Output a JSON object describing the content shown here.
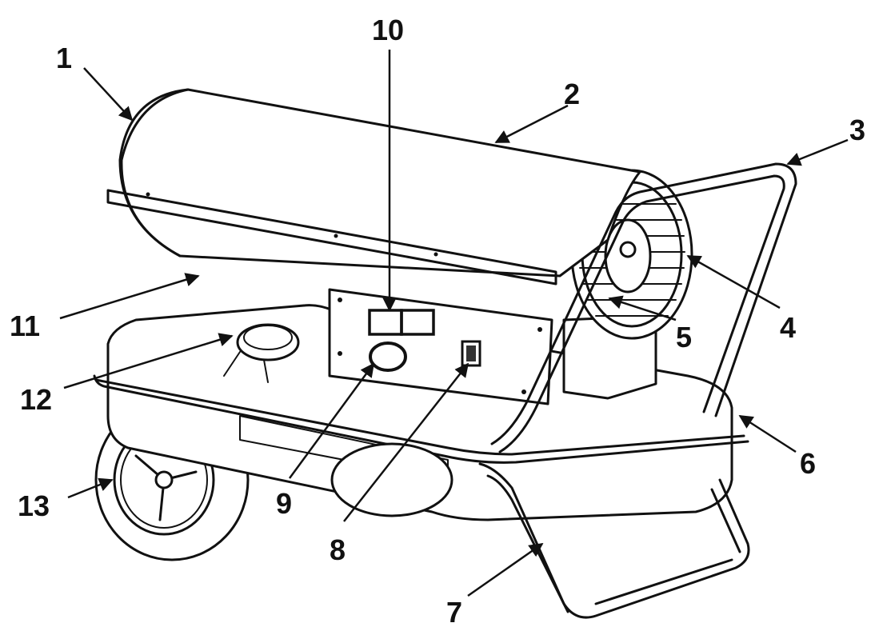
{
  "diagram": {
    "callouts": [
      {
        "id": "c1",
        "text": "1"
      },
      {
        "id": "c2",
        "text": "2"
      },
      {
        "id": "c3",
        "text": "3"
      },
      {
        "id": "c4",
        "text": "4"
      },
      {
        "id": "c5",
        "text": "5"
      },
      {
        "id": "c6",
        "text": "6"
      },
      {
        "id": "c7",
        "text": "7"
      },
      {
        "id": "c8",
        "text": "8"
      },
      {
        "id": "c9",
        "text": "9"
      },
      {
        "id": "c10",
        "text": "10"
      },
      {
        "id": "c11",
        "text": "11"
      },
      {
        "id": "c12",
        "text": "12"
      },
      {
        "id": "c13",
        "text": "13"
      }
    ],
    "ink_color": "#111111",
    "background_color": "#ffffff"
  }
}
